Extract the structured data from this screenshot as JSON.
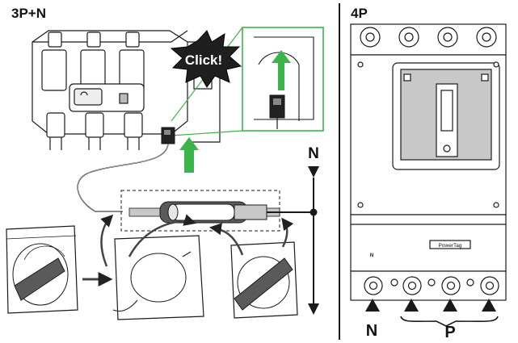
{
  "left_panel": {
    "title": "3P+N",
    "click_label": "Click!",
    "neutral_label": "N"
  },
  "right_panel": {
    "title": "4P",
    "tag_label": "PowerTag",
    "small_n_mark": "N",
    "neutral_label": "N",
    "phase_label": "P"
  },
  "colors": {
    "green": "#3bb54a",
    "gray": "#c8c8c8",
    "dark_gray": "#5a5a5a",
    "line": "#1a1a1a"
  }
}
